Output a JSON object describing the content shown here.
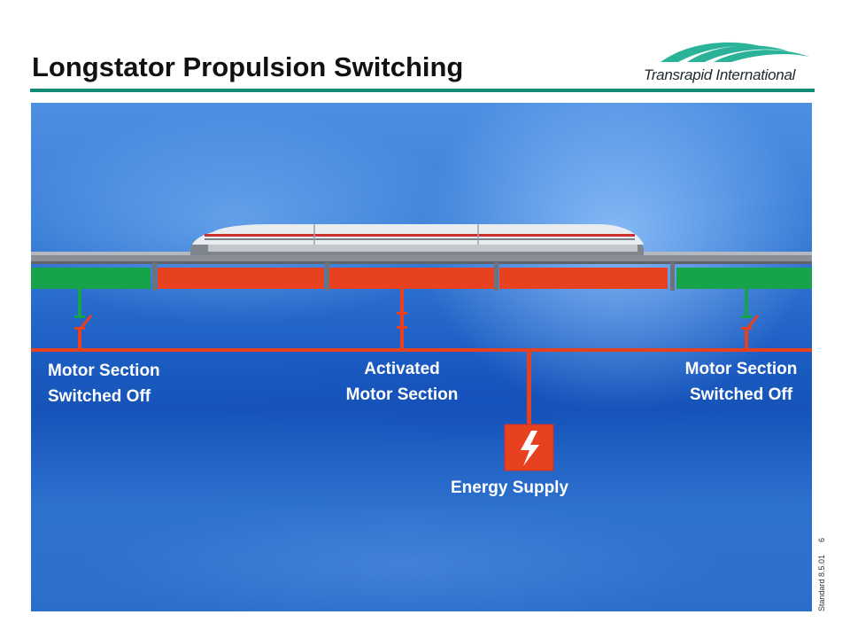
{
  "header": {
    "title": "Longstator Propulsion Switching",
    "logo_text": "Transrapid International"
  },
  "diagram": {
    "left_label": [
      "Motor Section",
      "Switched Off"
    ],
    "center_label": [
      "Activated",
      "Motor Section"
    ],
    "right_label": [
      "Motor Section",
      "Switched Off"
    ],
    "supply_label": "Energy Supply",
    "colors": {
      "active": "#e8411f",
      "inactive": "#17a34a",
      "feeder": "#e8411f",
      "guideway": "#8a8f96",
      "accent": "#0f8a74"
    },
    "icons": [
      "train-icon",
      "lightning-icon",
      "switch-icon"
    ]
  },
  "footer": {
    "standard": "Standard 8.5.01",
    "page": "6"
  }
}
